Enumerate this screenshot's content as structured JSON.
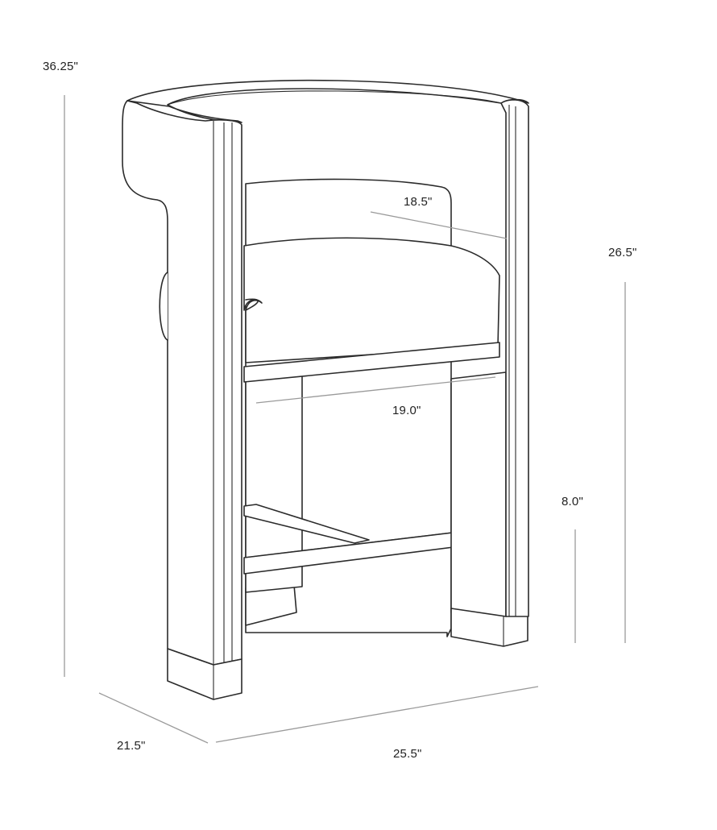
{
  "dimensions": {
    "overall_height": "36.25\"",
    "seat_depth": "18.5\"",
    "seat_height": "26.5\"",
    "seat_width": "19.0\"",
    "footrest_height": "8.0\"",
    "depth": "21.5\"",
    "width": "25.5\""
  },
  "colors": {
    "line": "#2b2b2b",
    "dimension_line": "#9a9a9a",
    "background": "#ffffff"
  }
}
